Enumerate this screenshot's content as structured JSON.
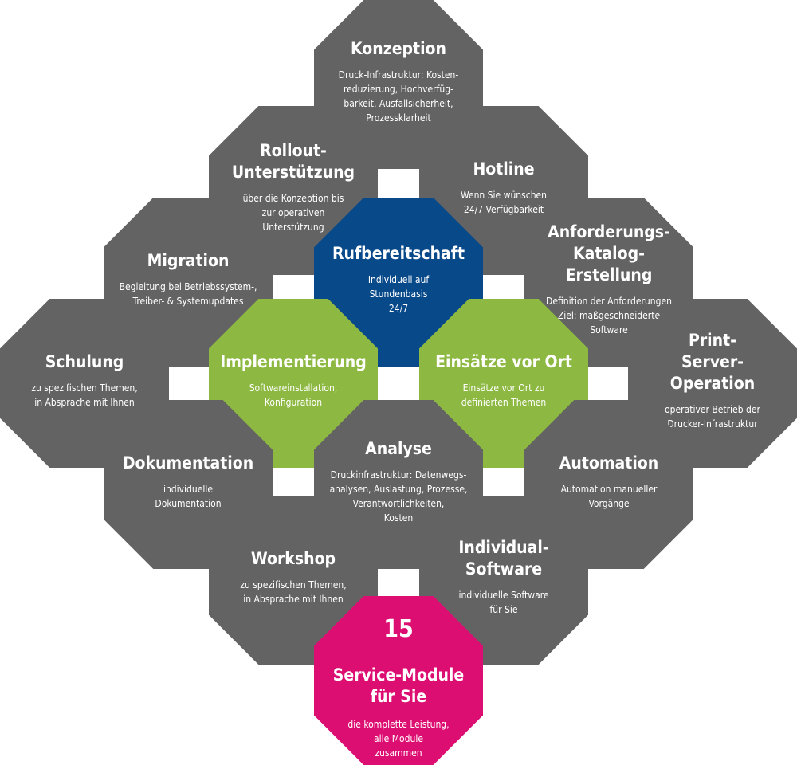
{
  "colors": {
    "grey": "#636363",
    "blue": "#08498a",
    "green": "#8db842",
    "pink": "#dd0e72",
    "text": "#ffffff"
  },
  "modules": {
    "konzeption": {
      "title": "Konzeption",
      "desc": "Druck-Infrastruktur: Kosten-\nreduzierung, Hochverfüg-\nbarkeit, Ausfallsicherheit,\nProzessklarheit"
    },
    "rollout": {
      "title": "Rollout-\nUnterstützung",
      "desc": "über die Konzeption bis\nzur operativen\nUnterstützung"
    },
    "hotline": {
      "title": "Hotline",
      "desc": "Wenn Sie wünschen\n24/7 Verfügbarkeit"
    },
    "migration": {
      "title": "Migration",
      "desc": "Begleitung bei Betriebssystem-,\nTreiber- & Systemupdates"
    },
    "rufbereitschaft": {
      "title": "Rufbereitschaft",
      "desc": "Individuell auf\nStundenbasis\n24/7"
    },
    "anforderungskatalog": {
      "title": "Anforderungs-\nKatalog-Erstellung",
      "desc": "Definition der Anforderungen\nZiel: maßgeschneiderte\nSoftware"
    },
    "schulung": {
      "title": "Schulung",
      "desc": "zu spezifischen Themen,\nin Absprache mit Ihnen"
    },
    "implementierung": {
      "title": "Implementierung",
      "desc": "Softwareinstallation,\nKonfiguration"
    },
    "einsaetze": {
      "title": "Einsätze vor Ort",
      "desc": "Einsätze vor Ort zu\ndefinierten Themen"
    },
    "printserver": {
      "title": "Print-\nServer-Operation",
      "desc": "operativer Betrieb der\nDrucker-Infrastruktur"
    },
    "dokumentation": {
      "title": "Dokumentation",
      "desc": "individuelle\nDokumentation"
    },
    "analyse": {
      "title": "Analyse",
      "desc": "Druckinfrastruktur: Datenwegs-\nanalysen, Auslastung, Prozesse,\nVerantwortlichkeiten,\nKosten"
    },
    "automation": {
      "title": "Automation",
      "desc": "Automation manueller\nVorgänge"
    },
    "workshop": {
      "title": "Workshop",
      "desc": "zu spezifischen Themen,\nin Absprache mit Ihnen"
    },
    "individualsoftware": {
      "title": "Individual-\nSoftware",
      "desc": "individuelle Software\nfür Sie"
    },
    "service": {
      "count": "15",
      "title": "Service-Module\nfür Sie",
      "desc": "die komplette Leistung,\nalle Module\nzusammen"
    }
  }
}
